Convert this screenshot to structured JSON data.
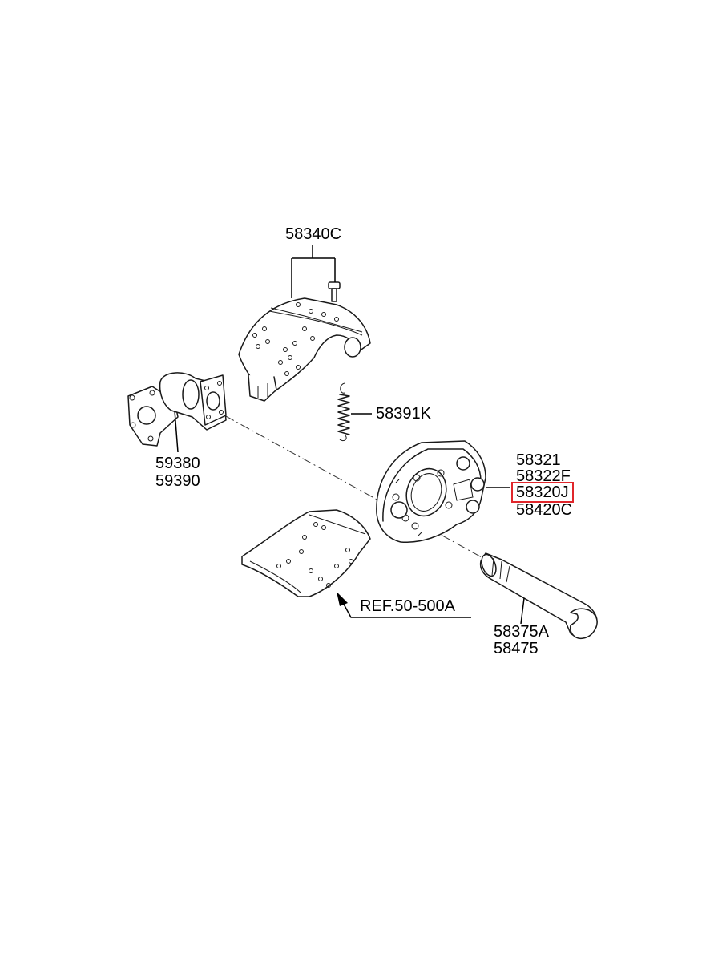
{
  "labels": {
    "shoe_upper": "58340C",
    "spring": "58391K",
    "anchor_a": "59380",
    "anchor_b": "59390",
    "spider_a": "58321",
    "spider_b": "58322F",
    "spider_c": "58320J",
    "spider_d": "58420C",
    "ref": "REF.50-500A",
    "camshaft_a": "58375A",
    "camshaft_b": "58475"
  },
  "highlight_color": "#e0262b"
}
